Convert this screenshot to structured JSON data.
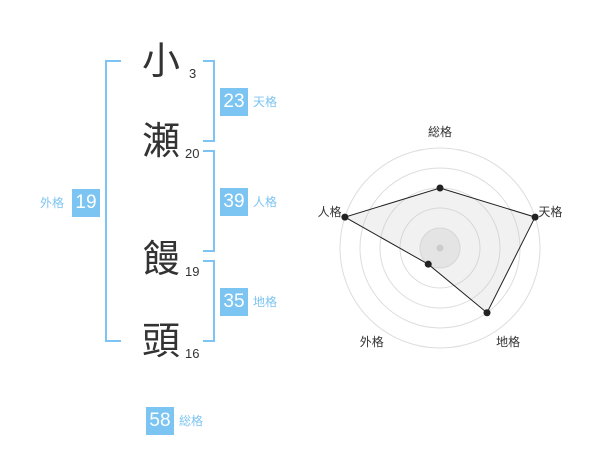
{
  "name": [
    {
      "char": "小",
      "strokes": "3"
    },
    {
      "char": "瀬",
      "strokes": "20"
    },
    {
      "char": "饅",
      "strokes": "19"
    },
    {
      "char": "頭",
      "strokes": "16"
    }
  ],
  "fortunes": {
    "tenkaku": {
      "value": "23",
      "label": "天格"
    },
    "jinkaku": {
      "value": "39",
      "label": "人格"
    },
    "chikaku": {
      "value": "35",
      "label": "地格"
    },
    "gaikaku": {
      "value": "19",
      "label": "外格"
    },
    "soukaku": {
      "value": "58",
      "label": "総格"
    }
  },
  "colors": {
    "accent": "#7cc4f2",
    "text": "#333333"
  },
  "chart_data": {
    "type": "radar",
    "axes": [
      "総格",
      "天格",
      "地格",
      "外格",
      "人格"
    ],
    "values": [
      3,
      5,
      4,
      1,
      5
    ],
    "max": 5,
    "rings": 5
  }
}
